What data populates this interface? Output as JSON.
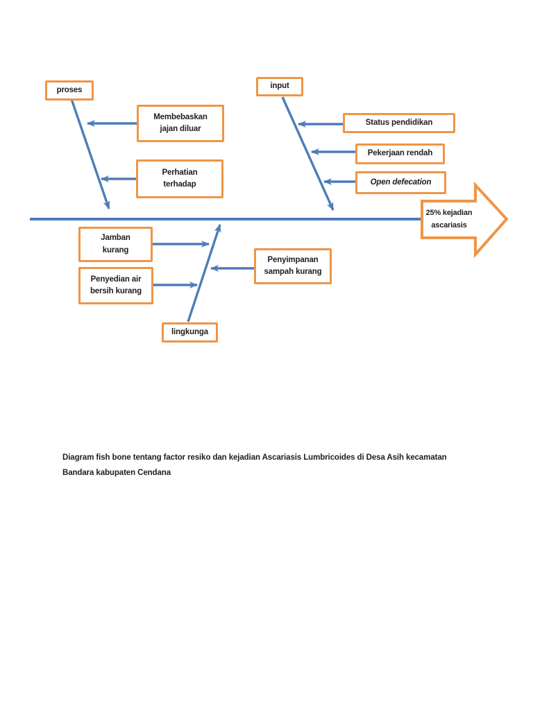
{
  "colors": {
    "line": "#4e7cb9",
    "box_border": "#ee9546",
    "text": "#1e1e1e",
    "page_bg": "#ffffff"
  },
  "diagram": {
    "category_boxes": {
      "proses": {
        "lines": [
          "proses"
        ]
      },
      "input": {
        "lines": [
          "input"
        ]
      },
      "lingkunga": {
        "lines": [
          "lingkunga"
        ]
      }
    },
    "cause_boxes": {
      "membebaskan": {
        "lines": [
          "Membebaskan",
          "jajan diluar"
        ]
      },
      "perhatian": {
        "lines": [
          "Perhatian",
          "terhadap"
        ]
      },
      "status_pendidikan": {
        "lines": [
          "Status pendidikan"
        ]
      },
      "pekerjaan_rendah": {
        "lines": [
          "Pekerjaan rendah"
        ]
      },
      "open_defecation": {
        "lines": [
          "Open defecation"
        ],
        "style": "italic"
      },
      "jamban_kurang": {
        "lines": [
          "Jamban",
          "kurang"
        ]
      },
      "penyedian_air": {
        "lines": [
          "Penyedian air",
          "bersih kurang"
        ]
      },
      "penyimpanan_sampah": {
        "lines": [
          "Penyimpanan",
          "sampah kurang"
        ]
      }
    },
    "effect_arrow": {
      "lines": [
        "25% kejadian",
        "ascariasis"
      ]
    }
  },
  "caption": {
    "lines": [
      "Diagram fish bone tentang factor resiko dan kejadian Ascariasis Lumbricoides di Desa Asih kecamatan",
      "Bandara kabupaten Cendana"
    ]
  }
}
